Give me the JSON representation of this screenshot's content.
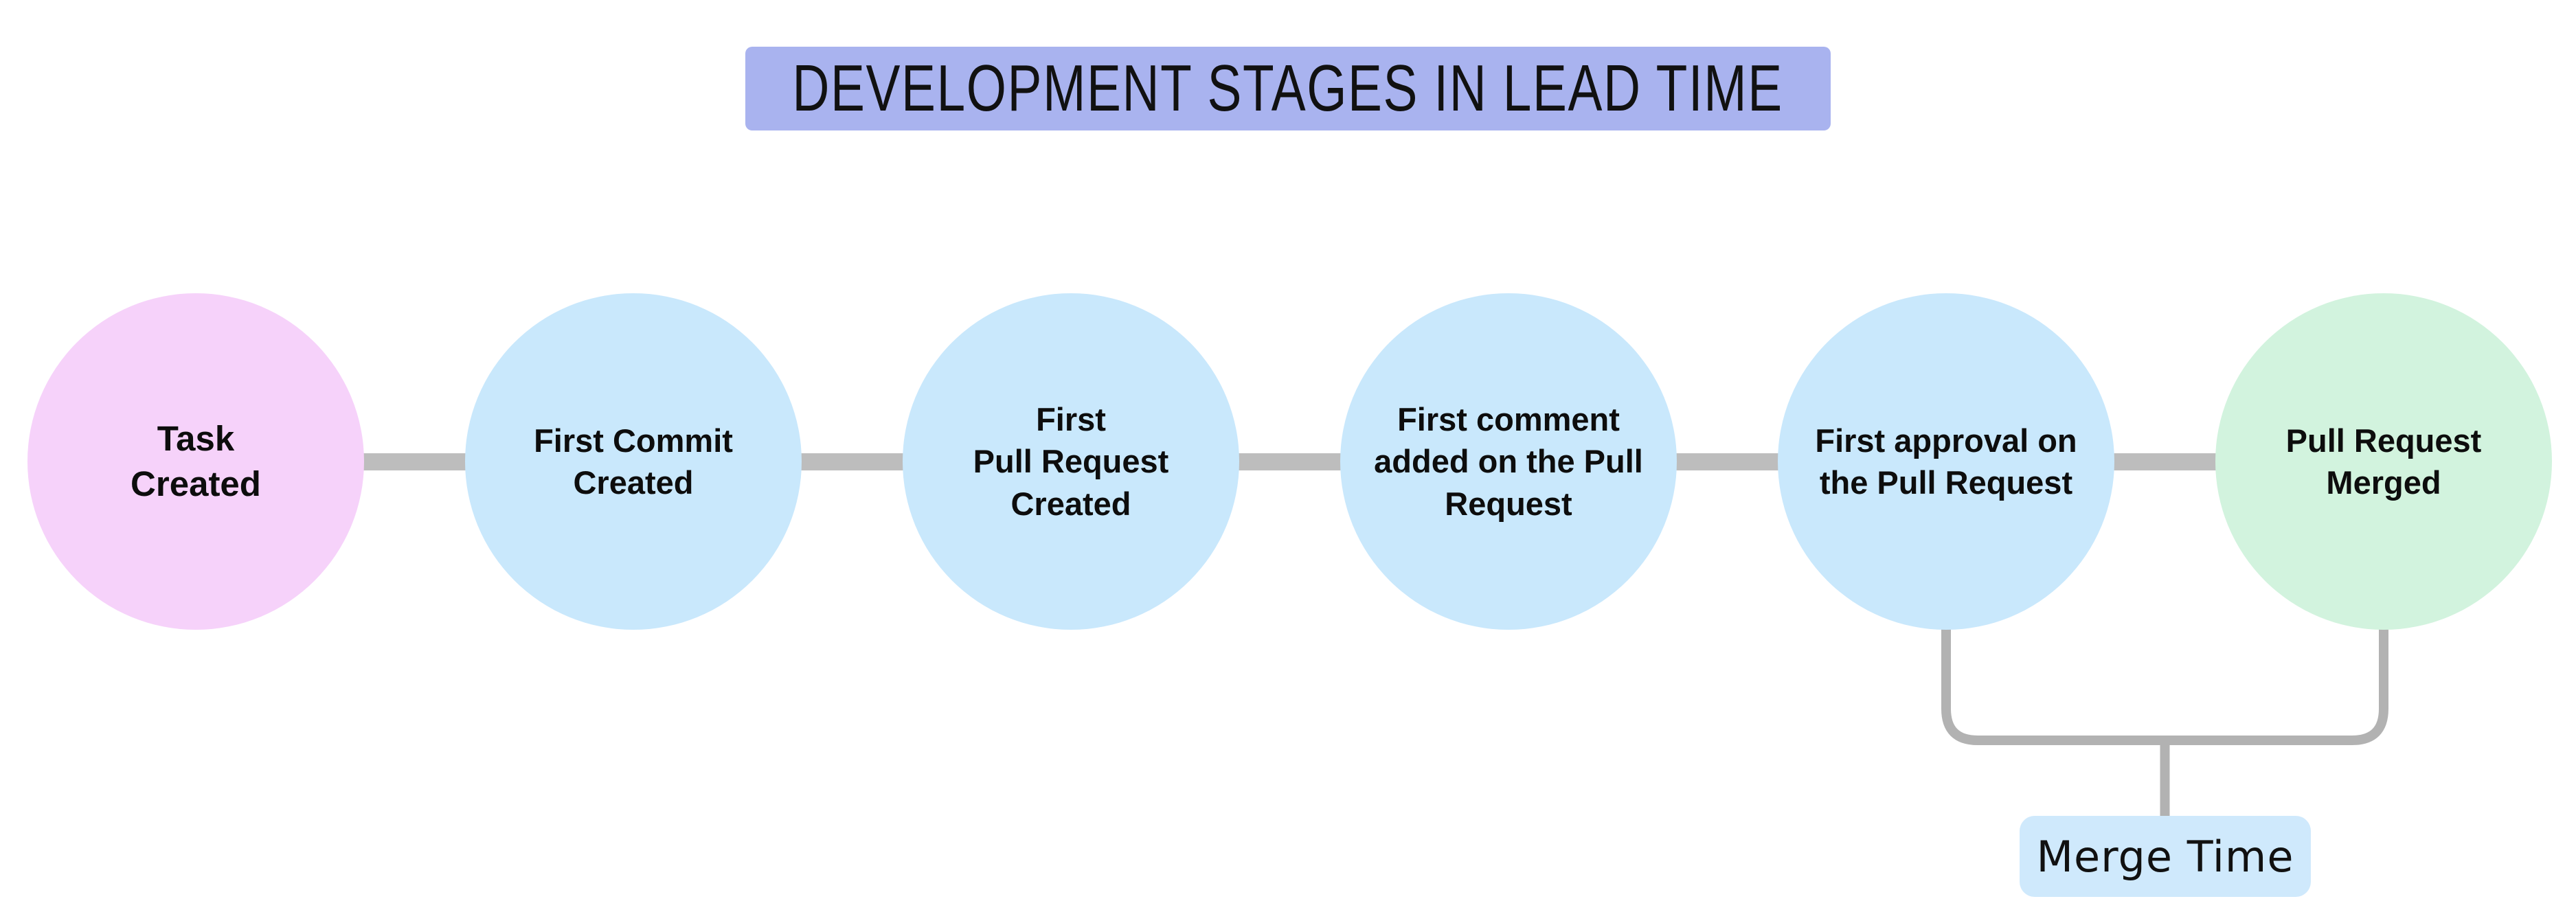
{
  "title": {
    "text": "DEVELOPMENT STAGES IN LEAD TIME",
    "bg_color": "#a9b3ef",
    "text_color": "#111111"
  },
  "stages": [
    {
      "label": "Task\nCreated",
      "color": "#f6d2fa",
      "role": "start"
    },
    {
      "label": "First Commit\nCreated",
      "color": "#c9e8fc",
      "role": "stage"
    },
    {
      "label": "First\nPull Request\nCreated",
      "color": "#c9e8fc",
      "role": "stage"
    },
    {
      "label": "First comment\nadded on the Pull\nRequest",
      "color": "#c9e8fc",
      "role": "stage"
    },
    {
      "label": "First approval on\nthe Pull Request",
      "color": "#c9e8fc",
      "role": "stage"
    },
    {
      "label": "Pull Request\nMerged",
      "color": "#d2f3de",
      "role": "end"
    }
  ],
  "connector": {
    "color": "#bdbdbd"
  },
  "merge_time": {
    "label": "Merge Time",
    "bg_color": "#cfe9fc",
    "bracket_color": "#b2b2b2",
    "connects": [
      "First approval on the Pull Request",
      "Pull Request Merged"
    ]
  }
}
